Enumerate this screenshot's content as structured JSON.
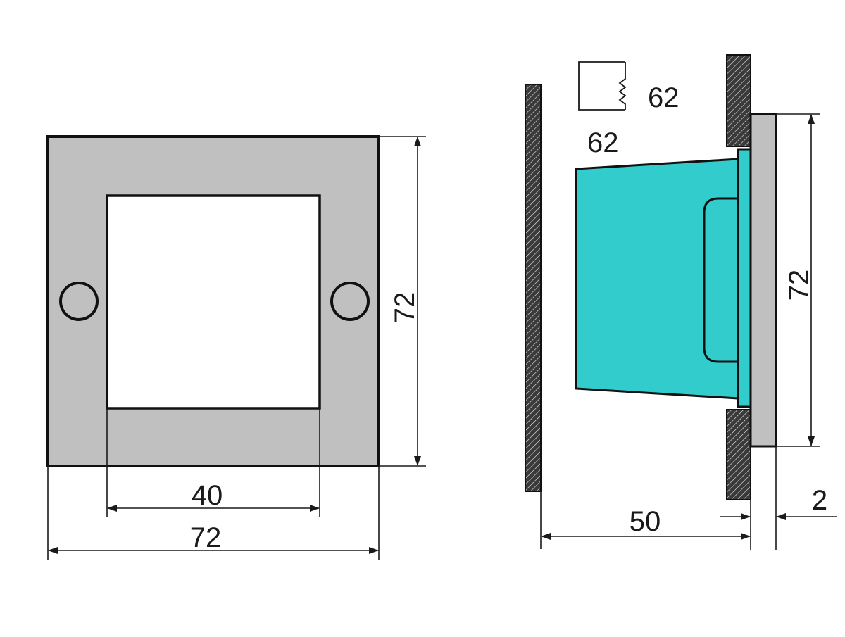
{
  "colors": {
    "bezel": "#c0c0c0",
    "device_body": "#33cccc",
    "panel_hatch": "#2b2b2b",
    "outline": "#111111",
    "background": "#ffffff"
  },
  "front_view": {
    "cutout_width_label": "40",
    "outer_width_label": "72",
    "outer_height_label": "72"
  },
  "side_view": {
    "panel_cutout_label": "62",
    "cutout_symbol_label": "62",
    "depth_label": "50",
    "bezel_thickness_label": "2",
    "height_label": "72"
  }
}
